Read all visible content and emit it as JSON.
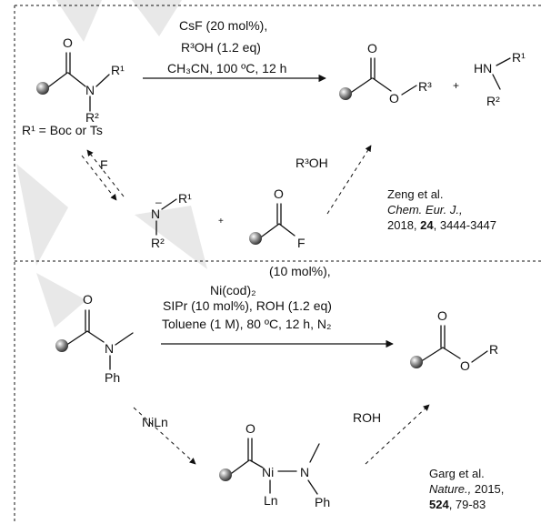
{
  "top_scheme": {
    "conditions": [
      "CsF (20 mol%),",
      "R³OH (1.2 eq)",
      "CH₃CN, 100 ºC, 12 h"
    ],
    "substrate": {
      "o": "O",
      "n": "N",
      "r1": "R¹",
      "r2": "R²"
    },
    "r_definition": "R¹ = Boc or Ts",
    "ester": {
      "o_carbonyl": "O",
      "o_ether": "O",
      "r3": "R³"
    },
    "plus": "+",
    "amine": {
      "hn": "HN",
      "r1": "R¹",
      "r2": "R²"
    },
    "fluoride": "F",
    "r3oh": "R³OH",
    "anion": {
      "charge": "–",
      "n": "N",
      "r1": "R¹",
      "r2": "R²"
    },
    "acyl_fluoride": {
      "o": "O",
      "f": "F"
    },
    "citation": {
      "authors": "Zeng et al.",
      "journal": "Chem. Eur. J.,",
      "year": "2018, ",
      "volume": "24",
      "pages": ", 3444-3447"
    }
  },
  "bottom_scheme": {
    "conditions": [
      "(10 mol%),",
      "Ni(cod)₂",
      "SIPr (10 mol%), ROH (1.2 eq)",
      "Toluene (1 M), 80 ºC, 12 h, N₂"
    ],
    "substrate": {
      "o": "O",
      "n": "N",
      "ph": "Ph"
    },
    "ester": {
      "o_carbonyl": "O",
      "o_ether": "O",
      "r": "R"
    },
    "catalyst": "NiLn",
    "roh": "ROH",
    "intermediate": {
      "o": "O",
      "ni": "Ni",
      "n": "N",
      "ln": "Ln",
      "ph": "Ph"
    },
    "citation": {
      "authors": "Garg et al.",
      "journal": "Nature., ",
      "year": "2015,",
      "volume": "524",
      "pages": ", 79-83"
    }
  }
}
